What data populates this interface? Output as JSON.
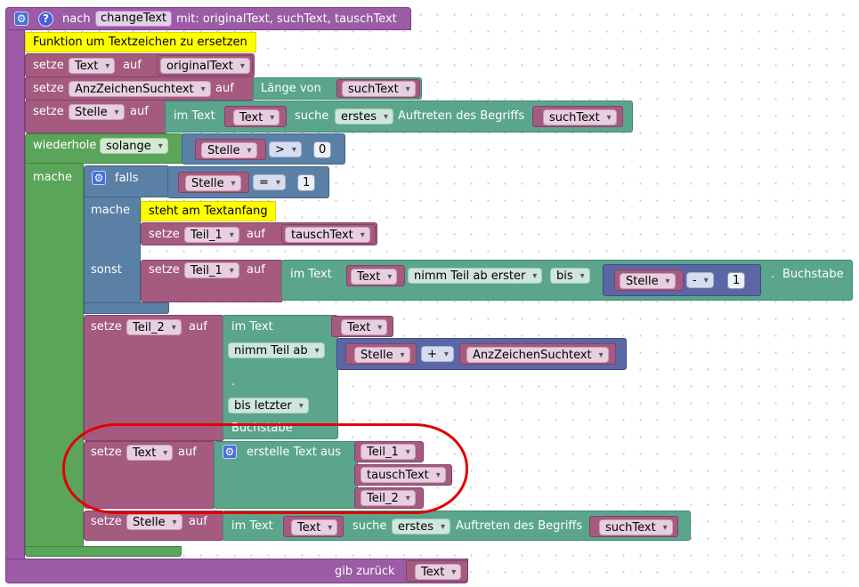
{
  "header": {
    "prefix": "nach",
    "function_name": "changeText",
    "params": "mit: originalText, suchText, tauschText"
  },
  "comment_main": "Funktion um Textzeichen zu ersetzen",
  "comment_if": "steht am Textanfang",
  "kw": {
    "setze": "setze",
    "auf": "auf",
    "laenge_von": "Länge von",
    "im_text": "im Text",
    "suche": "suche",
    "auftreten": "Auftreten des Begriffs",
    "wiederhole": "wiederhole",
    "mache": "mache",
    "falls": "falls",
    "sonst": "sonst",
    "buchstabe": "Buchstabe",
    "erstelle": "erstelle Text aus",
    "dot": ".",
    "gib_zurueck": "gib zurück"
  },
  "vars": {
    "text": "Text",
    "original": "originalText",
    "anz": "AnzZeichenSuchtext",
    "suchtext": "suchText",
    "stelle": "Stelle",
    "teil1": "Teil_1",
    "teil2": "Teil_2",
    "tausch": "tauschText"
  },
  "dropdowns": {
    "erstes": "erstes",
    "solange": "solange",
    "gt": ">",
    "eq": "=",
    "minus": "-",
    "plus": "+",
    "nimm_erster": "nimm Teil ab erster",
    "bis": "bis",
    "nimm_ab": "nimm Teil ab",
    "bis_letzter": "bis letzter"
  },
  "numbers": {
    "zero": "0",
    "one": "1"
  },
  "colors": {
    "procedure": "#9b5ba5",
    "variable": "#a55b80",
    "loop": "#5ba55b",
    "logic": "#5b80a5",
    "text": "#5ba58c",
    "math": "#5b67a5",
    "comment": "#fefe00",
    "annotation": "#e00000"
  },
  "icons": {
    "gear": "gear-icon",
    "help": "help-icon"
  }
}
